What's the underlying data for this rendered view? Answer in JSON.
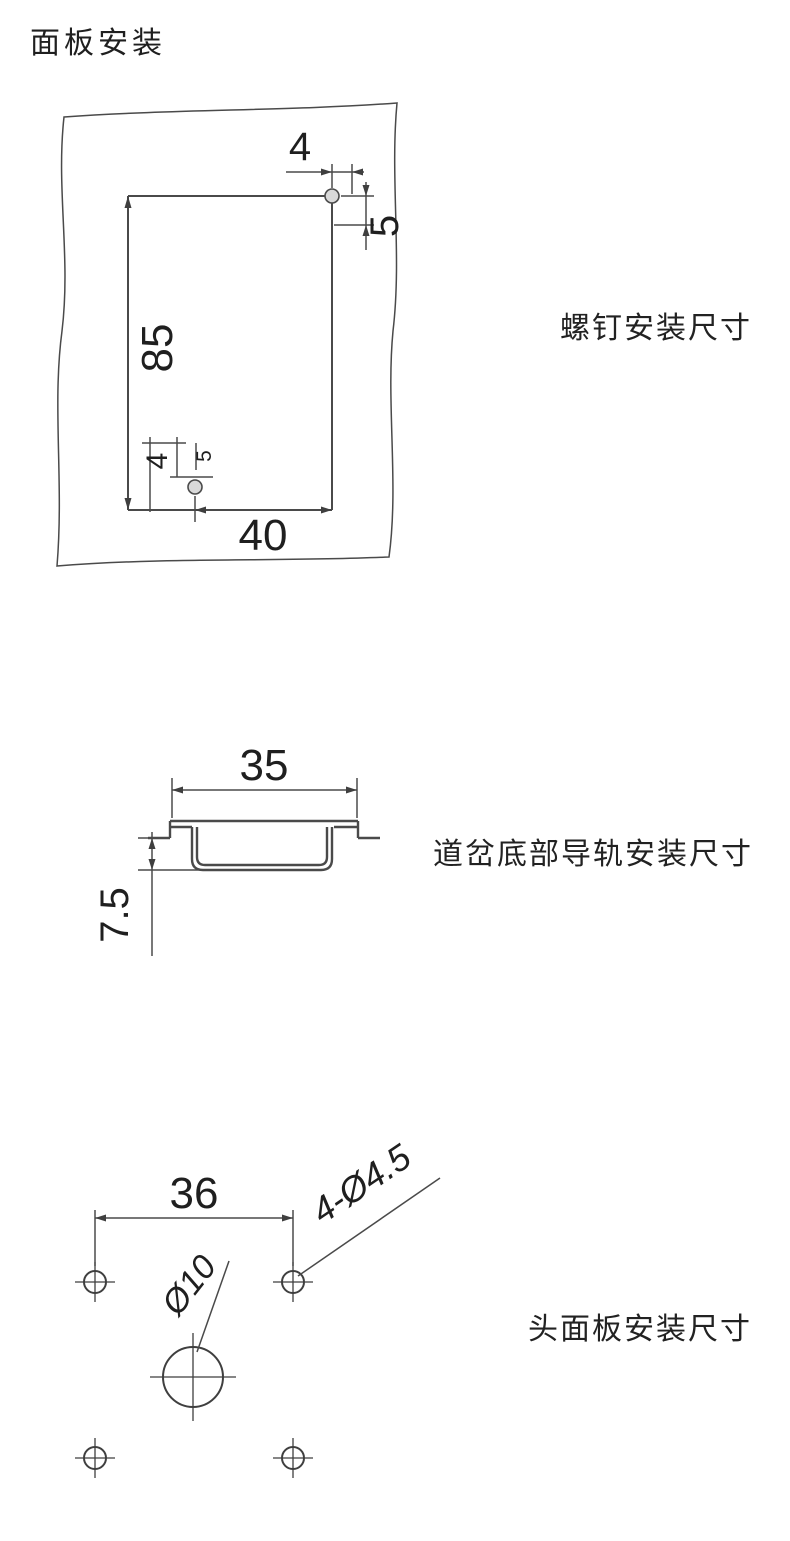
{
  "page": {
    "title": "面板安装",
    "colors": {
      "line": "#4a4a4a",
      "text": "#1f1f1f"
    }
  },
  "screw_mount": {
    "caption": "螺钉安装尺寸",
    "dim_edge_top": "4",
    "dim_edge_right": "5",
    "dim_height": "85",
    "dim_width": "40",
    "dim_small_h": "4",
    "dim_small_v": "5"
  },
  "rail_mount": {
    "caption": "道岔底部导轨安装尺寸",
    "dim_width": "35",
    "dim_depth": "7.5"
  },
  "head_panel": {
    "caption": "头面板安装尺寸",
    "dim_hole_spacing": "36",
    "dim_hole_callout": "4-Ø4.5",
    "dim_center_hole": "Ø10"
  }
}
